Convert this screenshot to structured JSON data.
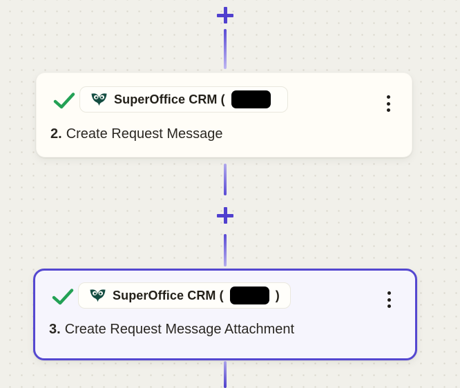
{
  "canvas": {
    "background_color": "#f1f0ea",
    "grid_dot_color": "#d9d6cc",
    "accent_purple": "#5447d0",
    "success_green": "#23a155",
    "redaction_color": "#000000",
    "add_step_icon": "plus-icon"
  },
  "icons": {
    "status_success": "checkmark-icon",
    "step_menu": "kebab-menu-icon",
    "app_logo": "superoffice-owl-icon"
  },
  "steps": [
    {
      "index_label": "2.",
      "title": "Create Request Message",
      "app_badge": {
        "name_visible": "SuperOffice CRM (",
        "suffix": "",
        "redacted": true
      },
      "selected": false,
      "status": "success"
    },
    {
      "index_label": "3.",
      "title": "Create Request Message Attachment",
      "app_badge": {
        "name_visible": "SuperOffice CRM (",
        "suffix": ")",
        "redacted": true
      },
      "selected": true,
      "status": "success"
    }
  ]
}
